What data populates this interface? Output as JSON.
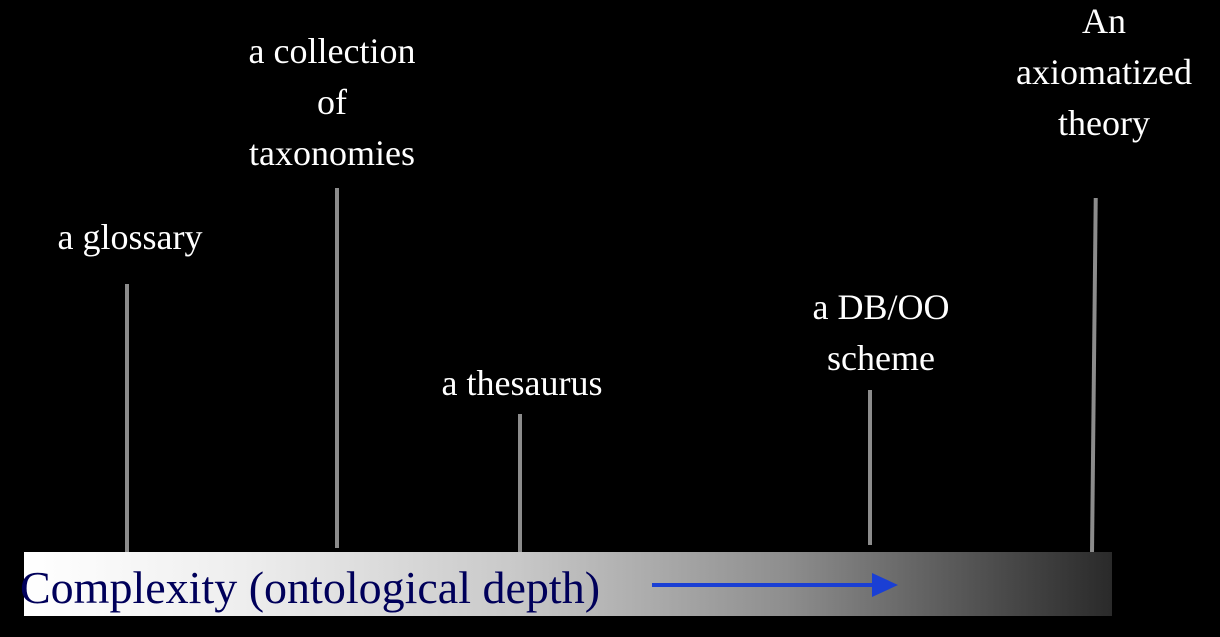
{
  "diagram": {
    "labels": {
      "glossary": [
        "a glossary"
      ],
      "taxonomies": [
        "a collection",
        "of",
        "taxonomies"
      ],
      "thesaurus": [
        "a thesaurus"
      ],
      "dboo": [
        "a DB/OO",
        "scheme"
      ],
      "theory": [
        "An",
        "axiomatized",
        "theory"
      ]
    },
    "axis": {
      "title": "Complexity (ontological depth)"
    },
    "colors": {
      "background": "#000000",
      "label_text": "#ffffff",
      "tick": "#8c8c8c",
      "axis_title": "#00005a",
      "arrow": "#1a3fd4"
    }
  }
}
